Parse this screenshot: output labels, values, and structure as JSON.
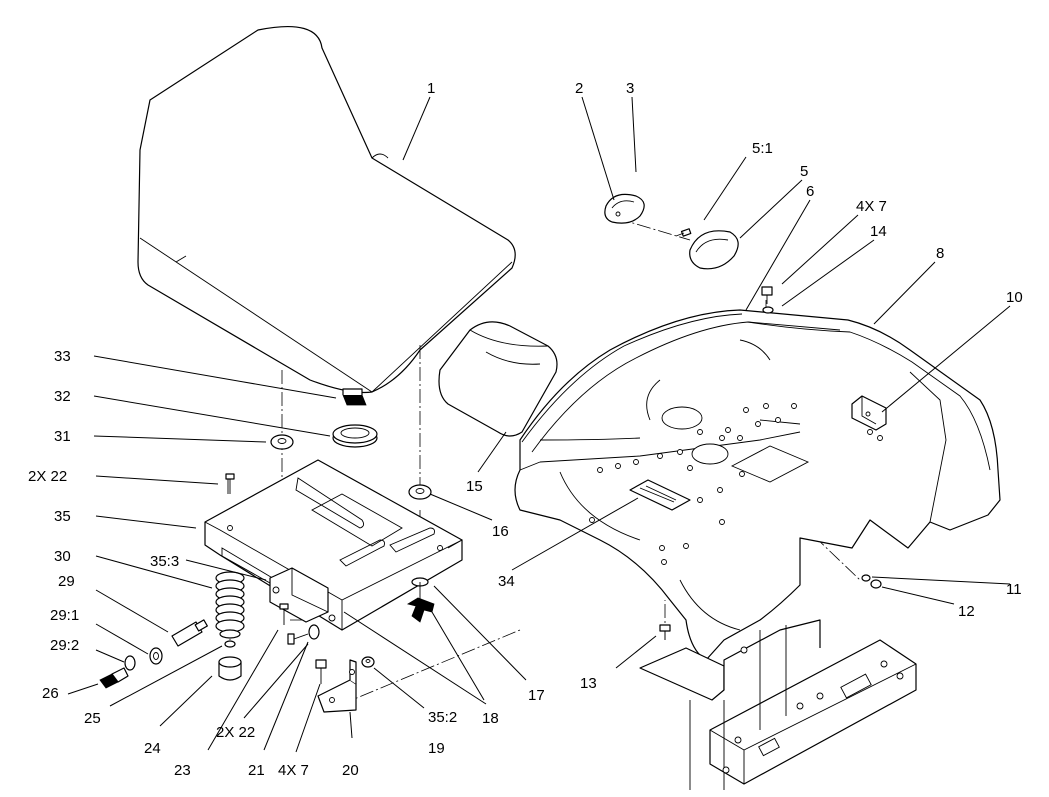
{
  "callouts": [
    {
      "id": "c1",
      "text": "1"
    },
    {
      "id": "c2",
      "text": "2"
    },
    {
      "id": "c3",
      "text": "3"
    },
    {
      "id": "c51",
      "text": "5:1"
    },
    {
      "id": "c5",
      "text": "5"
    },
    {
      "id": "c6",
      "text": "6"
    },
    {
      "id": "c4x7a",
      "text": "4X 7"
    },
    {
      "id": "c14",
      "text": "14"
    },
    {
      "id": "c8",
      "text": "8"
    },
    {
      "id": "c10",
      "text": "10"
    },
    {
      "id": "c33",
      "text": "33"
    },
    {
      "id": "c32",
      "text": "32"
    },
    {
      "id": "c31",
      "text": "31"
    },
    {
      "id": "c2x22a",
      "text": "2X 22"
    },
    {
      "id": "c35",
      "text": "35"
    },
    {
      "id": "c30",
      "text": "30"
    },
    {
      "id": "c353",
      "text": "35:3"
    },
    {
      "id": "c29",
      "text": "29"
    },
    {
      "id": "c291",
      "text": "29:1"
    },
    {
      "id": "c292",
      "text": "29:2"
    },
    {
      "id": "c26",
      "text": "26"
    },
    {
      "id": "c25",
      "text": "25"
    },
    {
      "id": "c24",
      "text": "24"
    },
    {
      "id": "c23",
      "text": "23"
    },
    {
      "id": "c2x22b",
      "text": "2X 22"
    },
    {
      "id": "c21",
      "text": "21"
    },
    {
      "id": "c4x7b",
      "text": "4X 7"
    },
    {
      "id": "c20",
      "text": "20"
    },
    {
      "id": "c19",
      "text": "19"
    },
    {
      "id": "c352",
      "text": "35:2"
    },
    {
      "id": "c18",
      "text": "18"
    },
    {
      "id": "c17",
      "text": "17"
    },
    {
      "id": "c16",
      "text": "16"
    },
    {
      "id": "c15",
      "text": "15"
    },
    {
      "id": "c34",
      "text": "34"
    },
    {
      "id": "c13",
      "text": "13"
    },
    {
      "id": "c11",
      "text": "11"
    },
    {
      "id": "c12",
      "text": "12"
    }
  ]
}
